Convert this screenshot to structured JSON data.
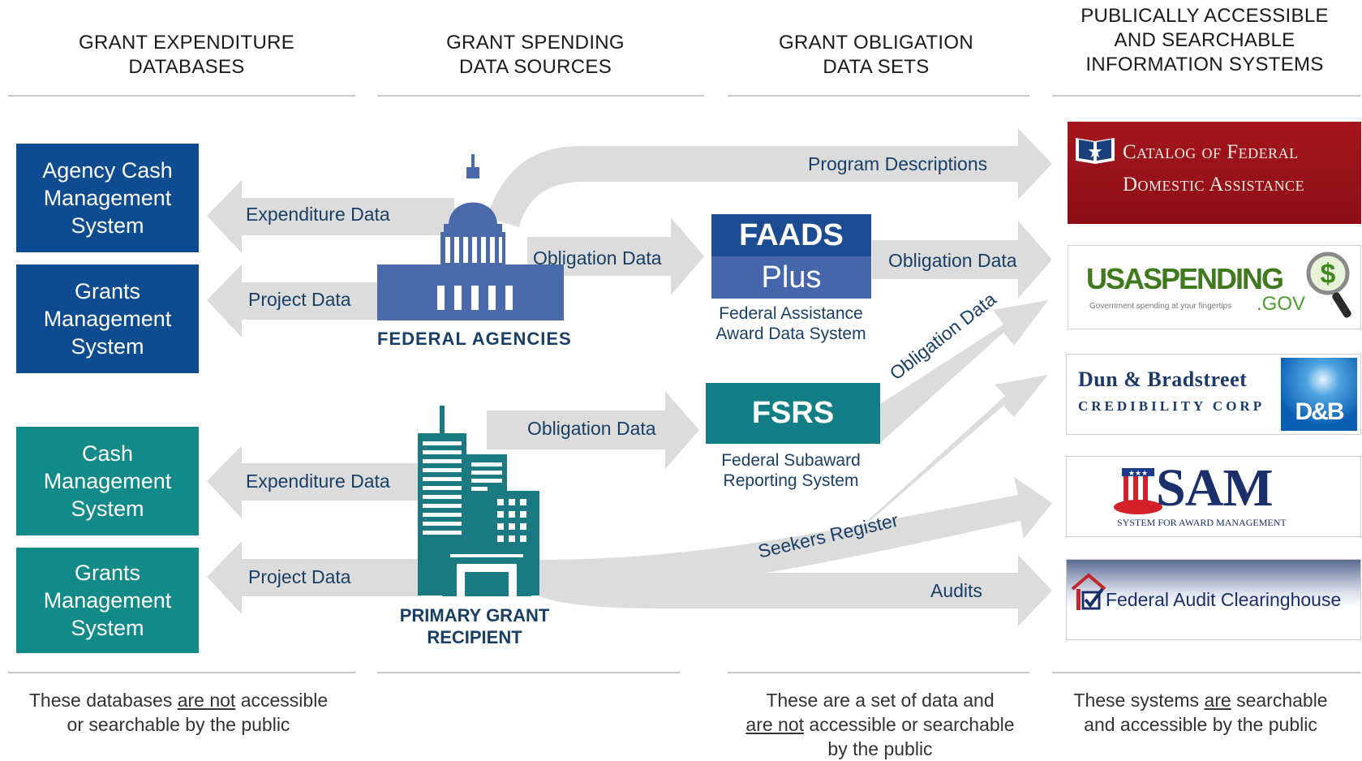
{
  "columns": {
    "col1": [
      "GRANT EXPENDITURE",
      "DATABASES"
    ],
    "col2": [
      "GRANT SPENDING",
      "DATA SOURCES"
    ],
    "col3": [
      "GRANT OBLIGATION",
      "DATA SETS"
    ],
    "col4": [
      "PUBLICALLY ACCESSIBLE",
      "AND SEARCHABLE",
      "INFORMATION SYSTEMS"
    ]
  },
  "databases": {
    "federal": [
      {
        "lines": [
          "Agency Cash",
          "Management",
          "System"
        ]
      },
      {
        "lines": [
          "Grants",
          "Management",
          "System"
        ]
      }
    ],
    "recipient": [
      {
        "lines": [
          "Cash",
          "Management",
          "System"
        ]
      },
      {
        "lines": [
          "Grants",
          "Management",
          "System"
        ]
      }
    ]
  },
  "arrows": {
    "expenditure_top": "Expenditure Data",
    "project_top": "Project Data",
    "expenditure_bottom": "Expenditure Data",
    "project_bottom": "Project Data",
    "program_descriptions": "Program Descriptions",
    "obligation_agency": "Obligation Data",
    "obligation_faads": "Obligation Data",
    "obligation_recipient": "Obligation Data",
    "obligation_fsrs": "Obligation Data",
    "seekers_register": "Seekers Register",
    "audits": "Audits"
  },
  "sources": {
    "federal_agencies": "FEDERAL AGENCIES",
    "primary_recipient": [
      "PRIMARY GRANT",
      "RECIPIENT"
    ]
  },
  "datasets": {
    "faads_title": "FAADS",
    "faads_sub": "Plus",
    "faads_caption": [
      "Federal Assistance",
      "Award Data System"
    ],
    "fsrs_title": "FSRS",
    "fsrs_caption": [
      "Federal Subaward",
      "Reporting System"
    ]
  },
  "systems": {
    "cfda_line1": "Catalog of Federal",
    "cfda_line2": "Domestic Assistance",
    "usaspending_brand": "USASPENDING",
    "usaspending_gov": ".GOV",
    "usaspending_tag": "Government spending at your fingertips",
    "dnb_line1": "Dun & Bradstreet",
    "dnb_line2": "CREDIBILITY CORP",
    "dnb_mark": "D&B",
    "sam_brand": "SAM",
    "sam_tag": "SYSTEM FOR AWARD MANAGEMENT",
    "fac_name": "Federal Audit Clearinghouse"
  },
  "footers": {
    "col1": {
      "pre": "These databases ",
      "u": "are not",
      "post": " accessible",
      "line2": "or searchable by the public"
    },
    "col3": {
      "line1": "These are a set of data and",
      "u": "are not",
      "post": " accessible or searchable",
      "line3": "by the public"
    },
    "col4": {
      "pre": "These systems ",
      "u": "are",
      "post": " searchable",
      "line2": "and accessible by the public"
    }
  },
  "colors": {
    "navy": "#0e4c92",
    "teal": "#138a8a",
    "faads": "#1b4b91",
    "fsrs": "#127f86",
    "arrow": "#dcdcdc",
    "capitol": "#4a6aac",
    "cfda_red": "#a5151c"
  }
}
